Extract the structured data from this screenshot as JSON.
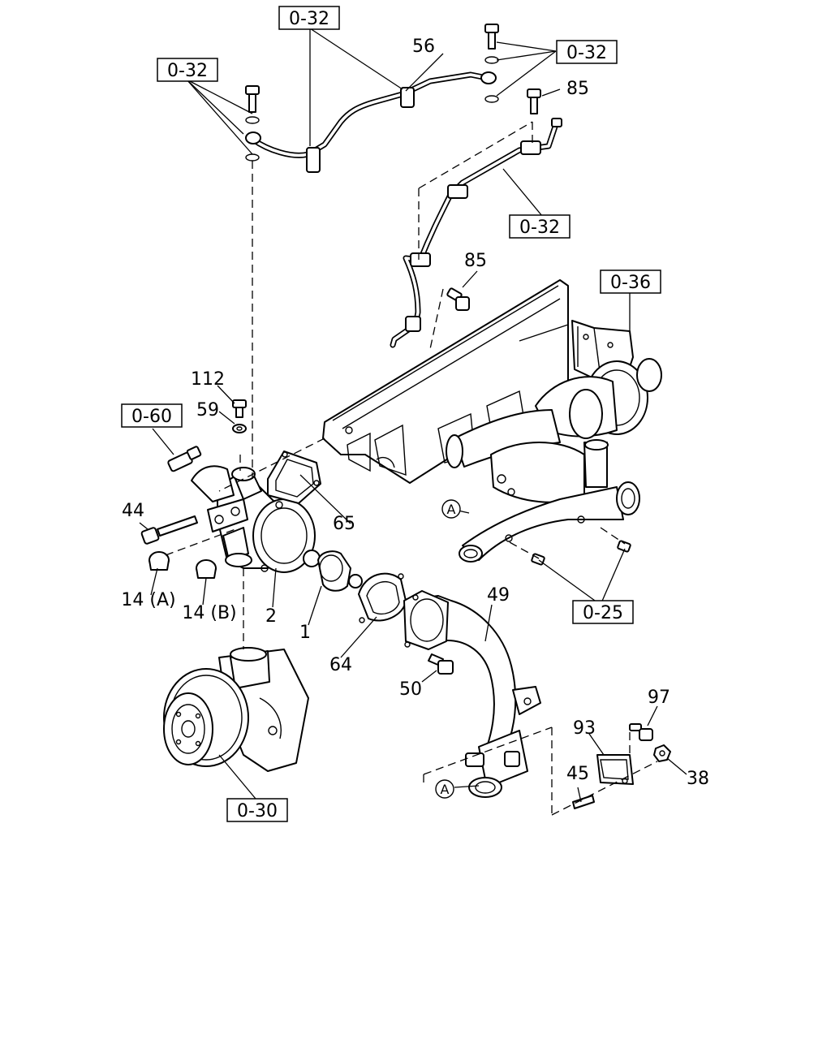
{
  "references": {
    "r032_top": "0-32",
    "r032_left": "0-32",
    "r032_right": "0-32",
    "r032_mid": "0-32",
    "r036": "0-36",
    "r060": "0-60",
    "r025": "0-25",
    "r030": "0-30"
  },
  "part_numbers": {
    "p56": "56",
    "p85_top": "85",
    "p85_mid": "85",
    "p112": "112",
    "p59": "59",
    "p65": "65",
    "p44": "44",
    "p14a": "14 (A)",
    "p14b": "14 (B)",
    "p2": "2",
    "p1": "1",
    "p64": "64",
    "p49": "49",
    "p50": "50",
    "p97": "97",
    "p93": "93",
    "p38": "38",
    "p45": "45"
  },
  "connection_markers": {
    "a_upper": "A",
    "a_lower": "A"
  }
}
